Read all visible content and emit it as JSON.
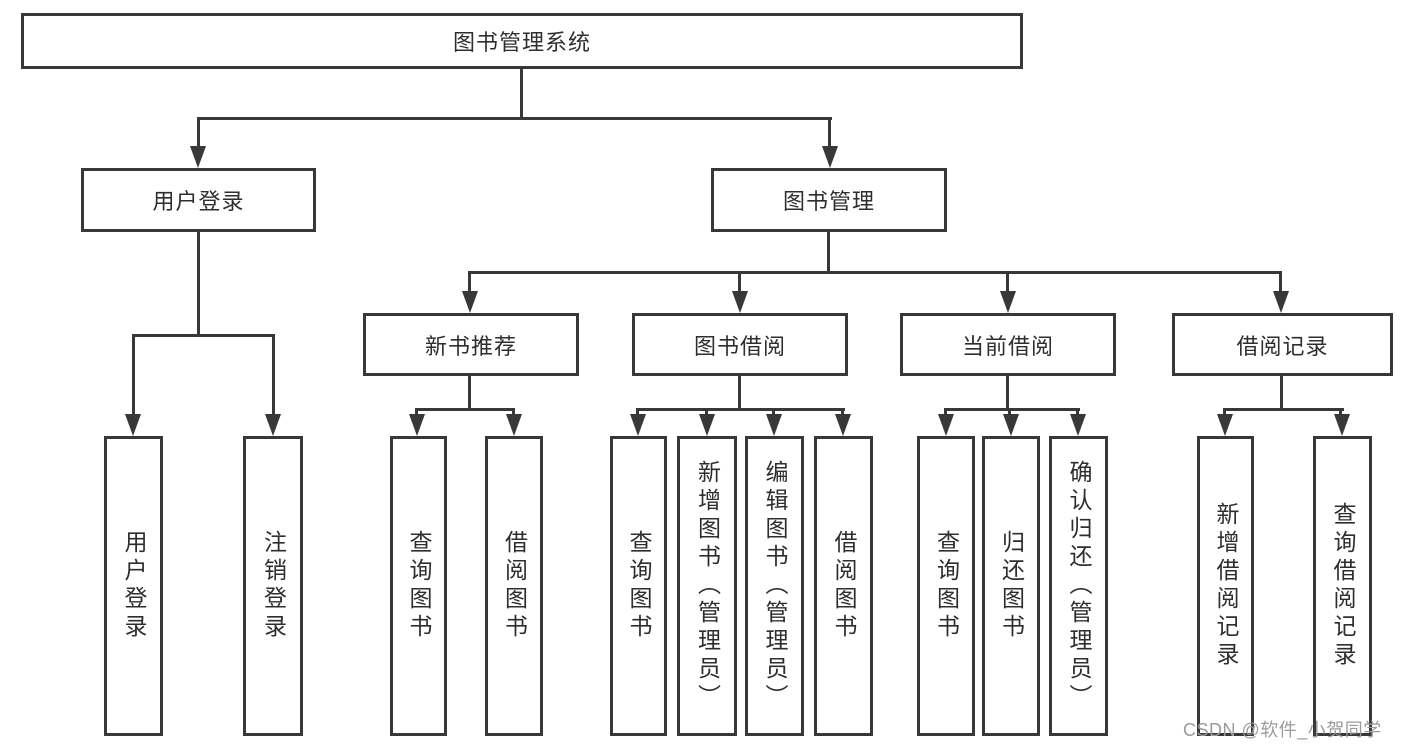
{
  "root": {
    "label": "图书管理系统",
    "children": [
      {
        "label": "用户登录",
        "children": [
          {
            "label": "用户登录"
          },
          {
            "label": "注销登录"
          }
        ]
      },
      {
        "label": "图书管理",
        "children": [
          {
            "label": "新书推荐",
            "children": [
              {
                "label": "查询图书"
              },
              {
                "label": "借阅图书"
              }
            ]
          },
          {
            "label": "图书借阅",
            "children": [
              {
                "label": "查询图书"
              },
              {
                "label": "新增图书（管理员）"
              },
              {
                "label": "编辑图书（管理员）"
              },
              {
                "label": "借阅图书"
              }
            ]
          },
          {
            "label": "当前借阅",
            "children": [
              {
                "label": "查询图书"
              },
              {
                "label": "归还图书"
              },
              {
                "label": "确认归还（管理员）"
              }
            ]
          },
          {
            "label": "借阅记录",
            "children": [
              {
                "label": "新增借阅记录"
              },
              {
                "label": "查询借阅记录"
              }
            ]
          }
        ]
      }
    ]
  },
  "watermark": {
    "text": "CSDN @软件_小贺同学"
  },
  "colors": {
    "line": "#383838",
    "box_border": "#383838",
    "text": "#2e2e2e",
    "background": "#ffffff",
    "watermark": "#9b9b9b"
  }
}
